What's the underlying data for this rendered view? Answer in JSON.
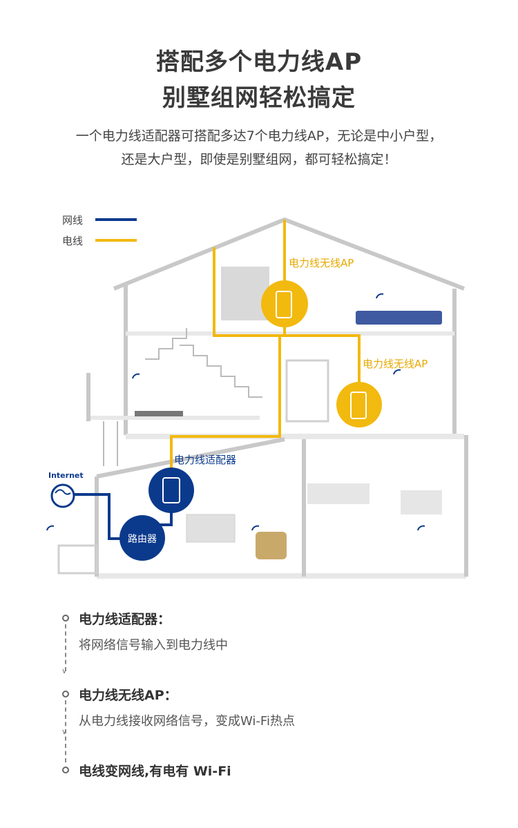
{
  "header": {
    "title_line1": "搭配多个电力线AP",
    "title_line2": "别墅组网轻松搞定",
    "subtitle_line1": "一个电力线适配器可搭配多达7个电力线AP，无论是中小户型，",
    "subtitle_line2": "还是大户型，即使是别墅组网，都可轻松搞定！"
  },
  "diagram": {
    "legend": {
      "network_label": "网线",
      "power_label": "电线",
      "network_color": "#0b3a8c",
      "power_color": "#f2b90f"
    },
    "labels": {
      "ap_top": "电力线无线AP",
      "ap_middle": "电力线无线AP",
      "adapter": "电力线适配器",
      "router": "路由器",
      "internet": "Internet"
    },
    "icons": [
      "globe-icon",
      "wifi-icon",
      "ap-device-icon",
      "adapter-device-icon"
    ]
  },
  "steps": [
    {
      "title": "电力线适配器：",
      "desc": "将网络信号输入到电力线中"
    },
    {
      "title": "电力线无线AP：",
      "desc": "从电力线接收网络信号，变成Wi-Fi热点"
    },
    {
      "title": "电线变网线,有电有 Wi-Fi",
      "desc": ""
    }
  ]
}
